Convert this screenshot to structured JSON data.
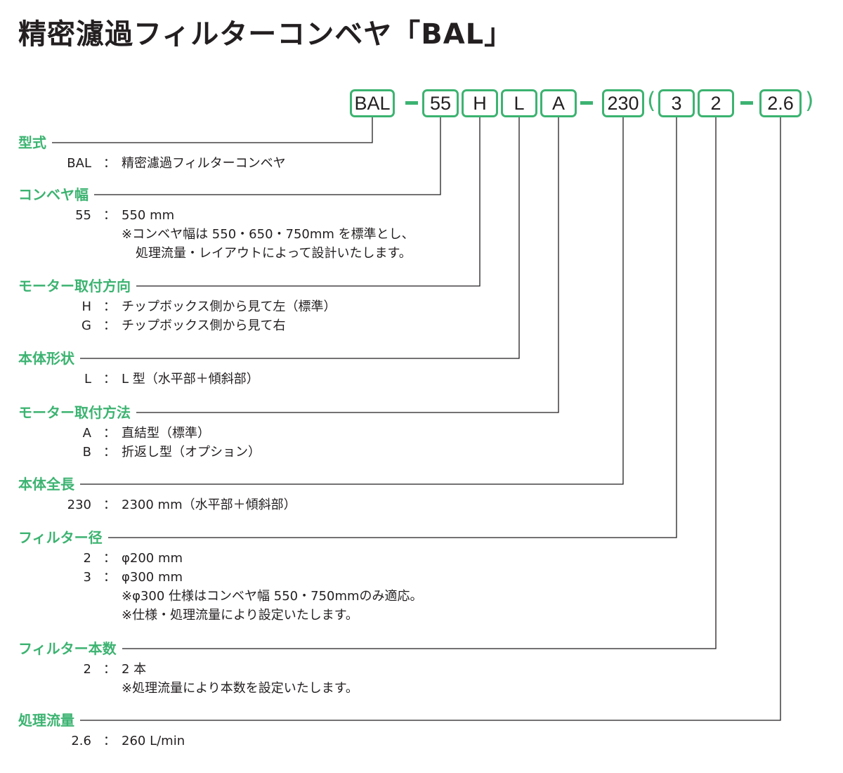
{
  "title": "精密濾過フィルターコンベヤ「BAL」",
  "model_code": {
    "boxes": [
      "BAL",
      "55",
      "H",
      "L",
      "A",
      "230",
      "3",
      "2",
      "2.6"
    ],
    "open_paren": "(",
    "close_paren": ")"
  },
  "colors": {
    "accent": "#3cb371",
    "text": "#231f20"
  },
  "sections": [
    {
      "title": "型式",
      "items": [
        {
          "key": "BAL",
          "sep": "：",
          "value": "精密濾過フィルターコンベヤ"
        }
      ],
      "notes": []
    },
    {
      "title": "コンベヤ幅",
      "items": [
        {
          "key": "55",
          "sep": "：",
          "value": "550 mm"
        }
      ],
      "notes": [
        "※コンベヤ幅は 550・650・750mm を標準とし、",
        "処理流量・レイアウトによって設計いたします。"
      ]
    },
    {
      "title": "モーター取付方向",
      "items": [
        {
          "key": "H",
          "sep": "：",
          "value": "チップボックス側から見て左（標準）"
        },
        {
          "key": "G",
          "sep": "：",
          "value": "チップボックス側から見て右"
        }
      ],
      "notes": []
    },
    {
      "title": "本体形状",
      "items": [
        {
          "key": "L",
          "sep": "：",
          "value": "L 型（水平部＋傾斜部）"
        }
      ],
      "notes": []
    },
    {
      "title": "モーター取付方法",
      "items": [
        {
          "key": "A",
          "sep": "：",
          "value": "直結型（標準）"
        },
        {
          "key": "B",
          "sep": "：",
          "value": "折返し型（オプション）"
        }
      ],
      "notes": []
    },
    {
      "title": "本体全長",
      "items": [
        {
          "key": "230",
          "sep": "：",
          "value": "2300 mm（水平部＋傾斜部）"
        }
      ],
      "notes": []
    },
    {
      "title": "フィルター径",
      "items": [
        {
          "key": "2",
          "sep": "：",
          "value": "φ200 mm"
        },
        {
          "key": "3",
          "sep": "：",
          "value": "φ300 mm"
        }
      ],
      "notes": [
        "※φ300 仕様はコンベヤ幅 550・750mmのみ適応。",
        "※仕様・処理流量により設定いたします。"
      ]
    },
    {
      "title": "フィルター本数",
      "items": [
        {
          "key": "2",
          "sep": "：",
          "value": "2 本"
        }
      ],
      "notes": [
        "※処理流量により本数を設定いたします。"
      ]
    },
    {
      "title": "処理流量",
      "items": [
        {
          "key": "2.6",
          "sep": "：",
          "value": "260 L/min"
        }
      ],
      "notes": []
    }
  ]
}
